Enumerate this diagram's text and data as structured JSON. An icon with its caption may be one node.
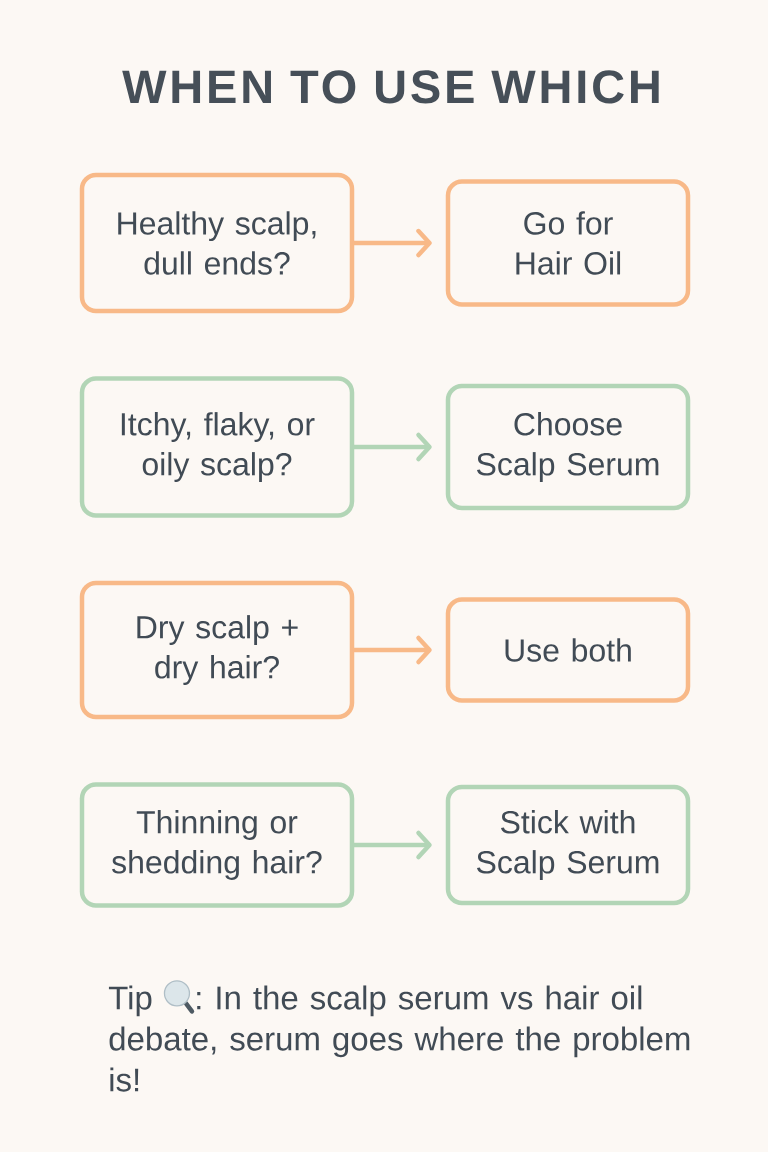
{
  "diagram": {
    "title": "WHEN TO USE WHICH",
    "nodes": [
      {
        "text": [
          "Healthy scalp, dull ends?"
        ]
      },
      {
        "text": [
          "Go for Hair Oil"
        ]
      },
      {
        "text": [
          "Itchy, flaky, or oily scalp?"
        ]
      },
      {
        "text": [
          "Choose Scalp Serum"
        ]
      },
      {
        "text": [
          "Dry scalp + dry hair?"
        ]
      },
      {
        "text": [
          "Use both"
        ]
      },
      {
        "text": [
          "Thinning or shedding hair?"
        ]
      },
      {
        "text": [
          "Stick with Scalp Serum"
        ]
      }
    ],
    "edges": [
      {
        "from": 0,
        "to": 1,
        "arrow": "to"
      },
      {
        "from": 2,
        "to": 3,
        "arrow": "to",
        "color": "#b2d5b6"
      },
      {
        "from": 4,
        "to": 5,
        "arrow": "to"
      },
      {
        "from": 6,
        "to": 7,
        "arrow": "to",
        "color": "#b2d5b6"
      }
    ],
    "labels": [
      "Tip",
      ": In the scalp serum vs hair oil debate, serum goes where the problem is!"
    ]
  }
}
